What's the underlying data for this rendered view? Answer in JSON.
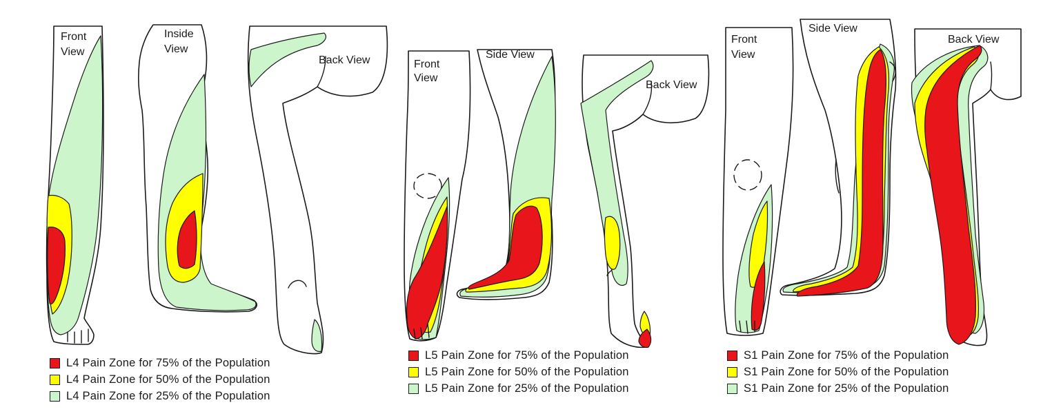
{
  "colors": {
    "zone_75": "#e8151b",
    "zone_50": "#ffff00",
    "zone_25": "#ccf5cc",
    "outline": "#1a1a1a"
  },
  "panels": [
    {
      "root": "L4",
      "views": [
        "Front",
        "View",
        "Inside",
        "View",
        "Back View"
      ],
      "legend": [
        "L4 Pain Zone for 75% of the Population",
        "L4 Pain Zone for 50% of the Population",
        "L4 Pain Zone for 25% of the Population"
      ]
    },
    {
      "root": "L5",
      "views": [
        "Front",
        "View",
        "Side View",
        "Back View"
      ],
      "legend": [
        "L5 Pain Zone for 75% of the Population",
        "L5 Pain Zone for 50% of the Population",
        "L5 Pain Zone for 25% of the Population"
      ]
    },
    {
      "root": "S1",
      "views": [
        "Front",
        "View",
        "Side View",
        "Back View"
      ],
      "legend": [
        "S1 Pain Zone for 75% of the Population",
        "S1 Pain Zone for 50% of the Population",
        "S1 Pain Zone for 25% of the Population"
      ]
    }
  ]
}
